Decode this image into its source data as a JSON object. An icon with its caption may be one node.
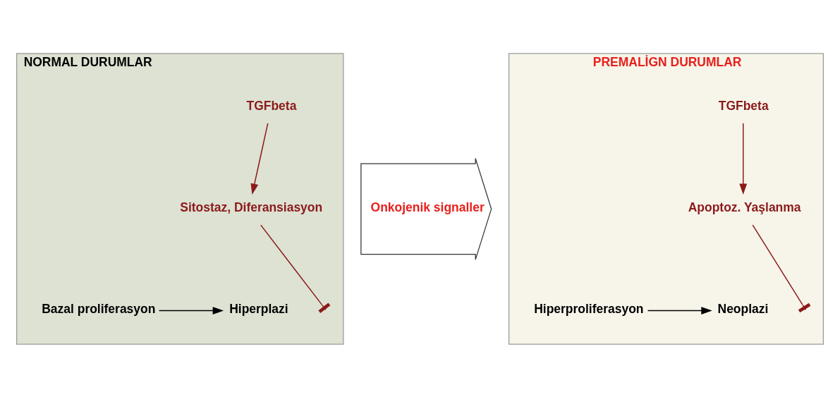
{
  "diagram": {
    "nodes": [
      {
        "text": [
          "NORMAL DURUMLAR"
        ]
      },
      {
        "text": [
          "TGFbeta"
        ],
        "in": 0
      },
      {
        "text": [
          "Sitostaz, Diferansiasyon"
        ],
        "in": 0
      },
      {
        "text": [
          "Bazal proliferasyon"
        ],
        "in": 0
      },
      {
        "text": [
          "Hiperplazi"
        ],
        "in": 0
      },
      {
        "text": [
          "Onkojenik signaller"
        ]
      },
      {
        "text": [
          "PREMALİGN DURUMLAR"
        ]
      },
      {
        "text": [
          "TGFbeta"
        ],
        "in": 6
      },
      {
        "text": [
          "Apoptoz. Yaşlanma"
        ],
        "in": 6
      },
      {
        "text": [
          "Hiperproliferasyon"
        ],
        "in": 6
      },
      {
        "text": [
          "Neoplazi"
        ],
        "in": 6
      }
    ],
    "edges": [
      {
        "from": 1,
        "to": 2,
        "arrow": "to"
      },
      {
        "from": 2,
        "to": null,
        "arrow": "other"
      },
      {
        "from": 3,
        "to": 4,
        "arrow": "to",
        "color": "#000000"
      },
      {
        "from": 7,
        "to": 8,
        "arrow": "to"
      },
      {
        "from": 8,
        "to": null,
        "arrow": "other"
      },
      {
        "from": 9,
        "to": 10,
        "arrow": "to",
        "color": "#000000"
      }
    ]
  }
}
